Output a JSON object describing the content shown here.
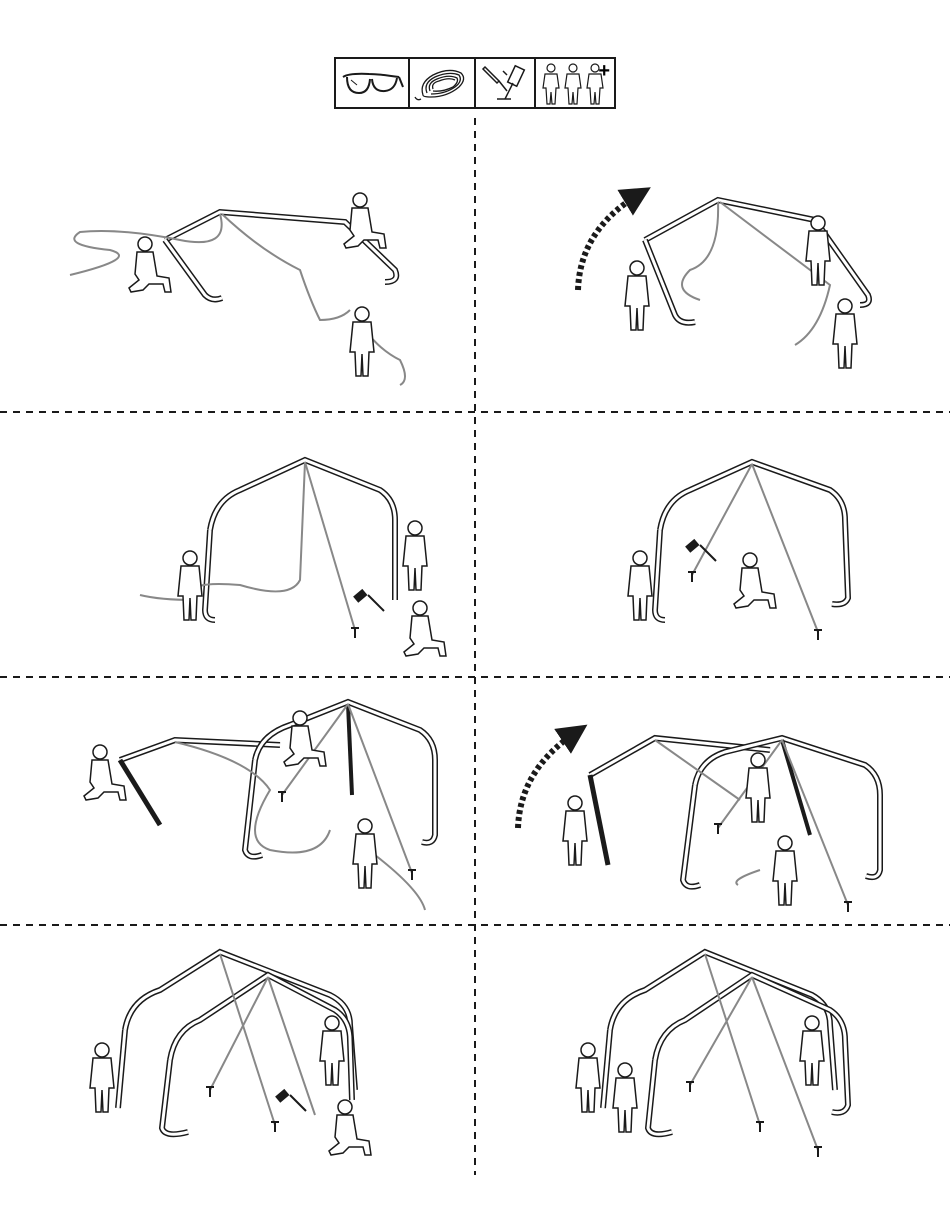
{
  "page": {
    "title": "",
    "background": "#ffffff",
    "line_color": "#1a1a1a",
    "rope_color": "#888888"
  },
  "tools": [
    {
      "name": "safety-glasses",
      "icon": "safety-glasses-icon"
    },
    {
      "name": "rope",
      "icon": "rope-icon"
    },
    {
      "name": "stakes-and-mallet",
      "icon": "stakes-icon"
    },
    {
      "name": "three-plus-persons",
      "icon": "persons-icon",
      "symbol": "+"
    }
  ],
  "steps": [
    {
      "label": "step-1",
      "people": 3,
      "arrow": false
    },
    {
      "label": "step-2",
      "people": 3,
      "arrow": true
    },
    {
      "label": "step-3",
      "people": 3,
      "arrow": false,
      "mallet": true
    },
    {
      "label": "step-4",
      "people": 2,
      "arrow": false,
      "mallet": true
    },
    {
      "label": "step-5",
      "people": 3,
      "arrow": false
    },
    {
      "label": "step-6",
      "people": 3,
      "arrow": true
    },
    {
      "label": "step-7",
      "people": 3,
      "arrow": false,
      "mallet": true
    },
    {
      "label": "step-8",
      "people": 4,
      "arrow": false
    }
  ]
}
